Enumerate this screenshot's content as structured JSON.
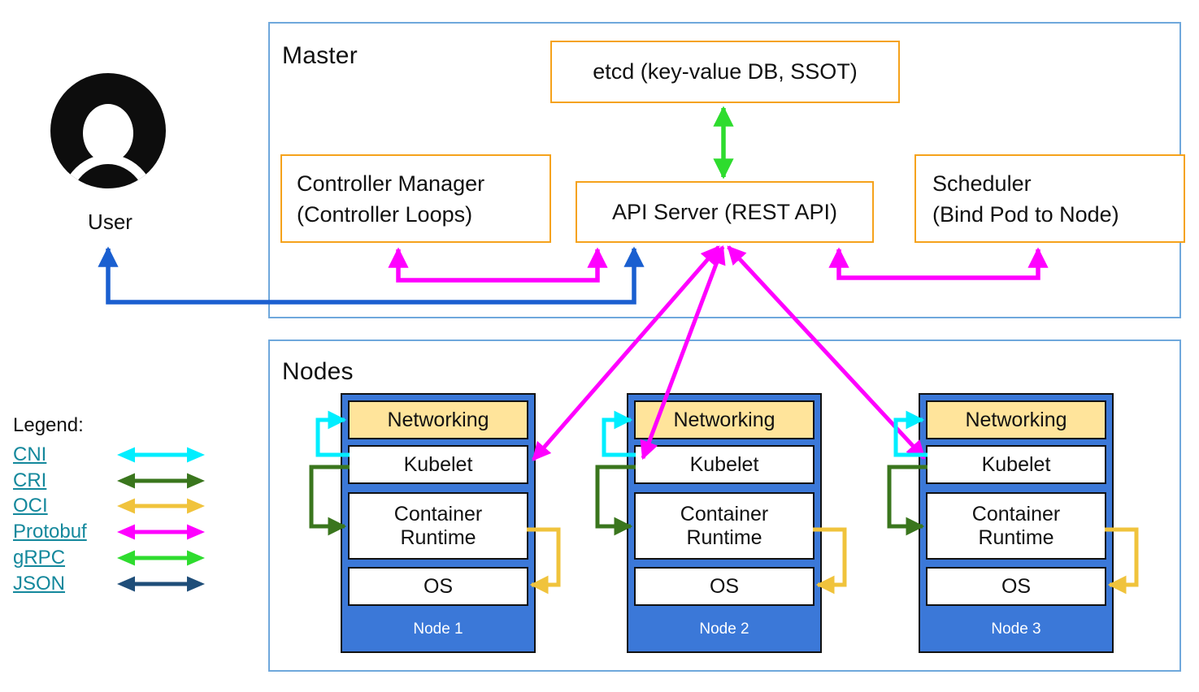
{
  "user": {
    "label": "User"
  },
  "master": {
    "title": "Master",
    "etcd_label": "etcd (key-value DB, SSOT)",
    "controller_manager": {
      "line1": "Controller Manager",
      "line2": "(Controller Loops)"
    },
    "api_server_label": "API Server (REST API)",
    "scheduler": {
      "line1": "Scheduler",
      "line2": "(Bind Pod to Node)"
    }
  },
  "nodes": {
    "title": "Nodes",
    "components": {
      "networking": "Networking",
      "kubelet": "Kubelet",
      "container_runtime": "Container Runtime",
      "os": "OS"
    },
    "items": [
      {
        "name": "Node 1"
      },
      {
        "name": "Node 2"
      },
      {
        "name": "Node 3"
      }
    ]
  },
  "legend": {
    "title": "Legend:",
    "items": [
      {
        "label": "CNI",
        "color": "#00EEFF"
      },
      {
        "label": "CRI",
        "color": "#3A761D"
      },
      {
        "label": "OCI",
        "color": "#F0C33C"
      },
      {
        "label": "Protobuf",
        "color": "#FF00FF"
      },
      {
        "label": "gRPC",
        "color": "#2EDC2E"
      },
      {
        "label": "JSON",
        "color": "#1F4E79"
      }
    ]
  },
  "colors": {
    "component_box_border": "#F5A21B",
    "section_frame_border": "#6FA8DC",
    "node_fill": "#3B78D8",
    "networking_fill": "#FFE49B",
    "user_api_arrow": "#1A5FD0",
    "protobuf_arrow": "#FF00FF",
    "grpc_arrow": "#2EDC2E"
  }
}
